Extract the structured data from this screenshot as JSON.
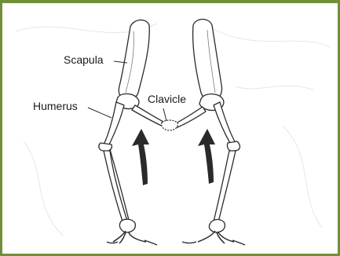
{
  "diagram": {
    "labels": {
      "scapula": "Scapula",
      "humerus": "Humerus",
      "clavicle": "Clavicle"
    },
    "colors": {
      "border": "#6f8f3a",
      "bone_stroke": "#2b2b2b",
      "arrow_fill": "#2a2a2a"
    }
  }
}
